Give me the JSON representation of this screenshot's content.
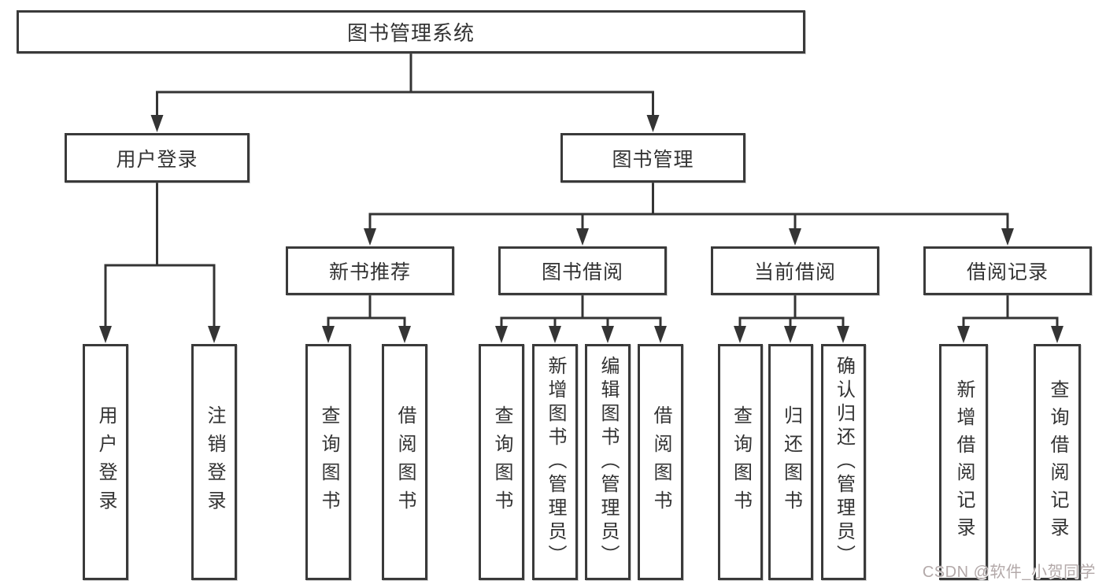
{
  "colors": {
    "background": "#ffffff",
    "line": "#343434",
    "box_border": "#3a3a3a",
    "text": "#333333",
    "watermark": "#b3a9a9"
  },
  "nodes": {
    "root": "图书管理系统",
    "level2": {
      "user_login": "用户登录",
      "book_management": "图书管理"
    },
    "level3": {
      "new_book_recommend": "新书推荐",
      "book_borrow": "图书借阅",
      "current_borrow": "当前借阅",
      "borrow_records": "借阅记录"
    },
    "leaves": {
      "user_login": "用户登录",
      "logout": "注销登录",
      "rec_query_book": "查询图书",
      "rec_borrow_book": "借阅图书",
      "bb_query_book": "查询图书",
      "bb_add_book_admin": "新增图书（管理员）",
      "bb_edit_book_admin": "编辑图书（管理员）",
      "bb_borrow_book": "借阅图书",
      "cur_query_book": "查询图书",
      "cur_return_book": "归还图书",
      "cur_confirm_return_admin": "确认归还（管理员）",
      "rec2_add_record": "新增借阅记录",
      "rec2_query_record": "查询借阅记录"
    }
  },
  "watermark": "CSDN @软件_小贺同学"
}
